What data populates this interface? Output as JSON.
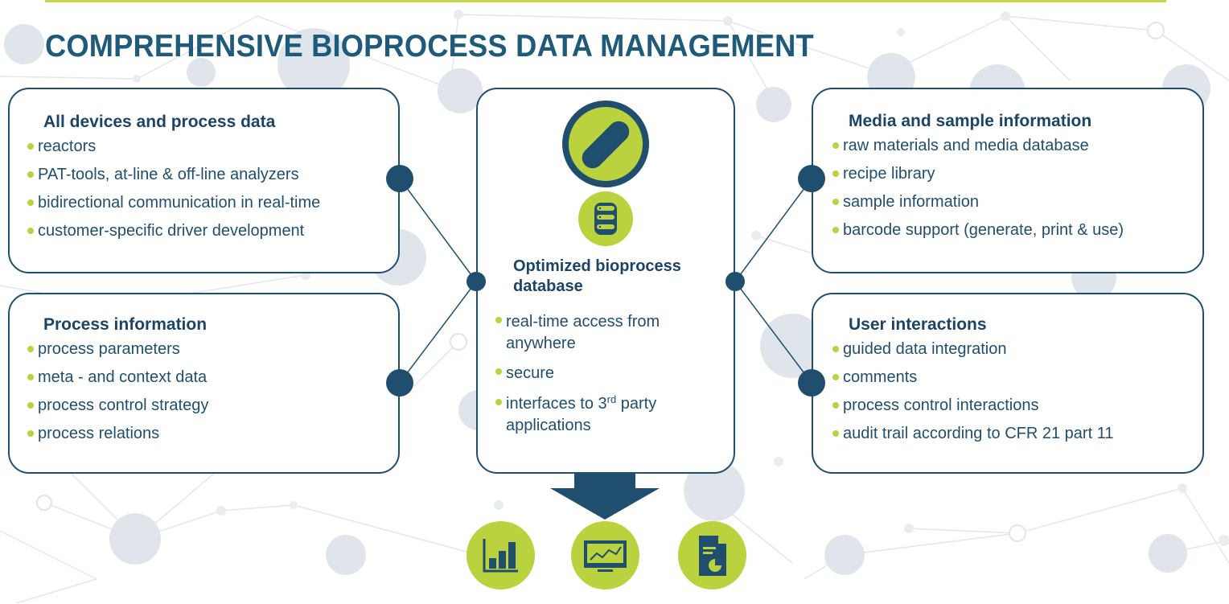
{
  "title": "COMPREHENSIVE BIOPROCESS DATA MANAGEMENT",
  "colors": {
    "primary": "#1f4e6e",
    "accent": "#b9d23e",
    "background_network": "#e3e8ee"
  },
  "boxes": {
    "devices": {
      "title": "All devices and process data",
      "items": [
        "reactors",
        "PAT-tools, at-line & off-line analyzers",
        "bidirectional communication in real-time",
        "customer-specific driver development"
      ]
    },
    "process": {
      "title": "Process information",
      "items": [
        "process parameters",
        "meta - and context data",
        "process control strategy",
        "process relations"
      ]
    },
    "central": {
      "title": "Optimized bioprocess database",
      "items": {
        "realtime_1": "real-time access from",
        "realtime_2": "anywhere",
        "secure": "secure",
        "interfaces_1": "interfaces to 3",
        "interfaces_sup": "rd",
        "interfaces_2": " party",
        "interfaces_3": "applications"
      }
    },
    "media": {
      "title": "Media and sample information",
      "items": [
        "raw materials and media database",
        "recipe library",
        "sample information",
        "barcode support (generate, print & use)"
      ]
    },
    "user": {
      "title": "User interactions",
      "items": [
        "guided data integration",
        "comments",
        "process control interactions",
        "audit trail according to CFR 21 part 11"
      ]
    }
  },
  "icons": {
    "logo": "stylized-leaf-logo-icon",
    "database": "database-icon",
    "outputs": [
      "bar-chart-icon",
      "monitor-trend-icon",
      "report-document-icon"
    ]
  }
}
